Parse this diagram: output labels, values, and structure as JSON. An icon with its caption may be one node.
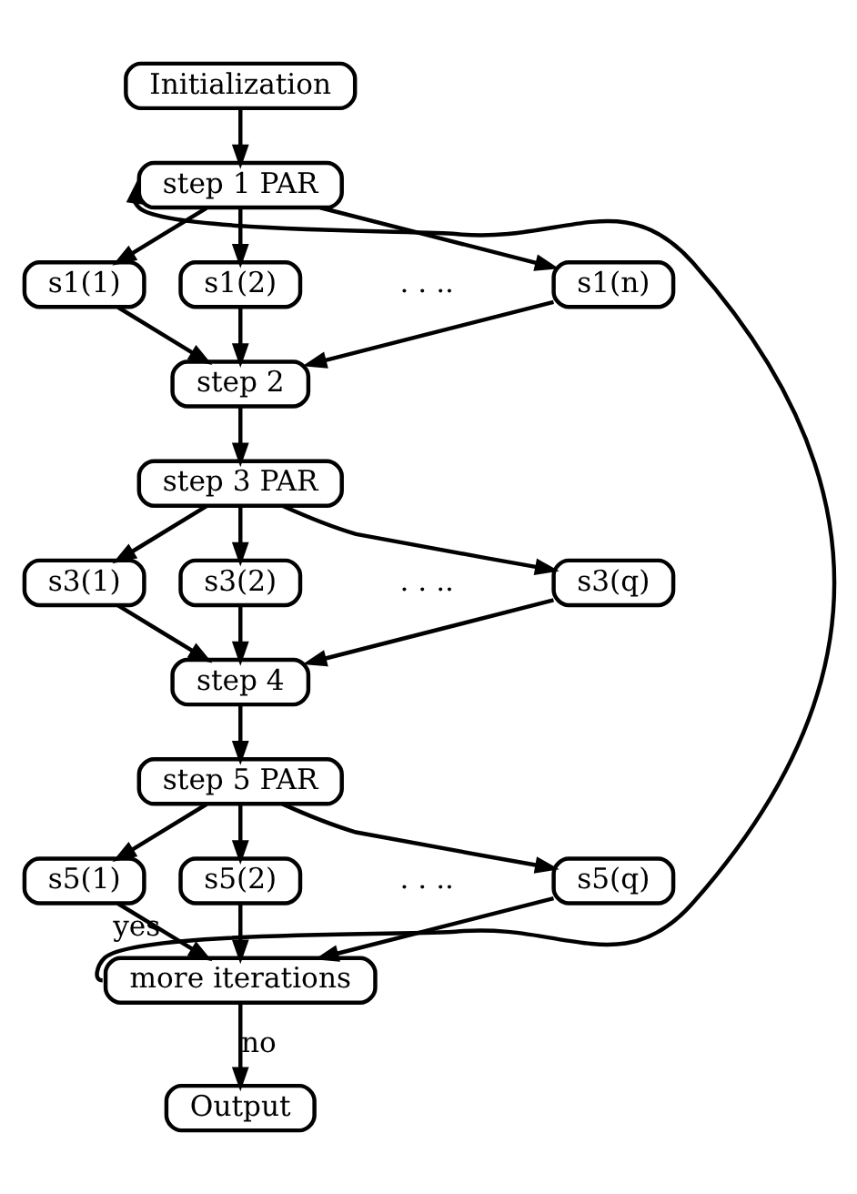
{
  "diagram": {
    "nodes": [
      {
        "text": [
          "Initialization"
        ]
      },
      {
        "text": [
          "step 1 PAR"
        ]
      },
      {
        "text": [
          "s1(1)"
        ]
      },
      {
        "text": [
          "s1(2)"
        ]
      },
      {
        "text": [
          "s1(n)"
        ]
      },
      {
        "text": [
          "step 2"
        ]
      },
      {
        "text": [
          "step 3 PAR"
        ]
      },
      {
        "text": [
          "s3(1)"
        ]
      },
      {
        "text": [
          "s3(2)"
        ]
      },
      {
        "text": [
          "s3(q)"
        ]
      },
      {
        "text": [
          "step 4"
        ]
      },
      {
        "text": [
          "step 5 PAR"
        ]
      },
      {
        "text": [
          "s5(1)"
        ]
      },
      {
        "text": [
          "s5(2)"
        ]
      },
      {
        "text": [
          "s5(q)"
        ]
      },
      {
        "text": [
          "more iterations"
        ]
      },
      {
        "text": [
          "Output"
        ]
      }
    ],
    "edges": [
      {
        "from": 0,
        "to": 1,
        "arrow": "to"
      },
      {
        "from": 1,
        "to": 2,
        "arrow": "to"
      },
      {
        "from": 1,
        "to": 3,
        "arrow": "to"
      },
      {
        "from": 1,
        "to": 4,
        "arrow": "to"
      },
      {
        "from": 2,
        "to": 5,
        "arrow": "to"
      },
      {
        "from": 3,
        "to": 5,
        "arrow": "to"
      },
      {
        "from": 4,
        "to": 5,
        "arrow": "to"
      },
      {
        "from": 5,
        "to": 6,
        "arrow": "to"
      },
      {
        "from": 6,
        "to": 7,
        "arrow": "to"
      },
      {
        "from": 6,
        "to": 8,
        "arrow": "to"
      },
      {
        "from": 6,
        "to": 9,
        "arrow": "to"
      },
      {
        "from": 7,
        "to": 10,
        "arrow": "to"
      },
      {
        "from": 8,
        "to": 10,
        "arrow": "to"
      },
      {
        "from": 9,
        "to": 10,
        "arrow": "to"
      },
      {
        "from": 10,
        "to": 11,
        "arrow": "to"
      },
      {
        "from": 11,
        "to": 12,
        "arrow": "to"
      },
      {
        "from": 11,
        "to": 13,
        "arrow": "to"
      },
      {
        "from": 11,
        "to": 14,
        "arrow": "to"
      },
      {
        "from": 12,
        "to": 15,
        "arrow": "to"
      },
      {
        "from": 13,
        "to": 15,
        "arrow": "to"
      },
      {
        "from": 14,
        "to": 15,
        "arrow": "to"
      },
      {
        "from": 15,
        "to": 1,
        "arrow": "to",
        "label": "yes"
      },
      {
        "from": 15,
        "to": 16,
        "arrow": "to",
        "label": "no"
      }
    ],
    "labels": [
      ". . ..",
      ". . ..",
      ". . .."
    ]
  }
}
